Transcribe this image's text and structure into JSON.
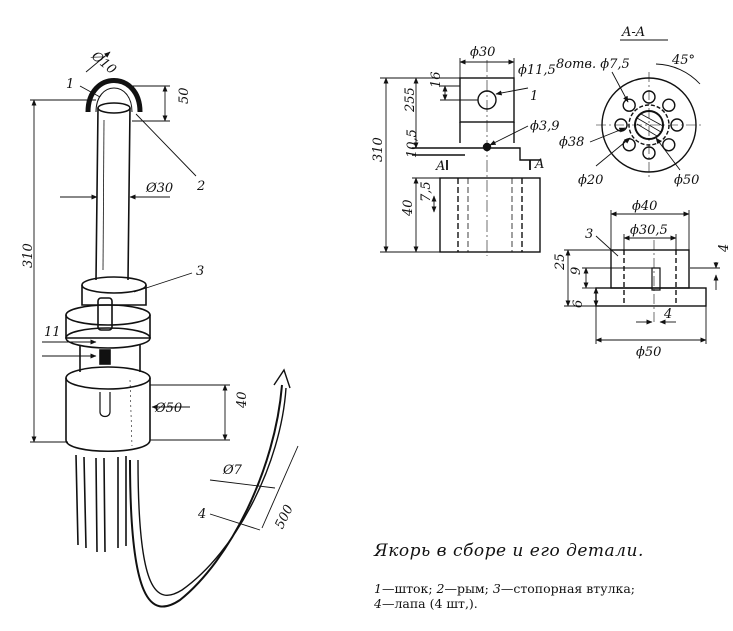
{
  "title": "Якорь в сборе и его детали.",
  "legend": [
    {
      "num": "1",
      "text": "шток;"
    },
    {
      "num": "2",
      "text": "рым;"
    },
    {
      "num": "3",
      "text": "стопорная втулка;"
    },
    {
      "num": "4",
      "text": "лапа (4 шт,)."
    }
  ],
  "assembly": {
    "callouts": [
      "1",
      "2",
      "3",
      "4"
    ],
    "dims": {
      "ring_dia": "Ø10",
      "ring_height": "50",
      "rod_dia": "Ø30",
      "total_height": "310",
      "gap": "11",
      "base_dia": "Ø50",
      "base_height": "40",
      "leg_dia": "Ø7",
      "leg_length": "500"
    }
  },
  "rod_detail": {
    "callout": "1",
    "section_arrow": "A",
    "dims": {
      "top_width": "ϕ30",
      "hole_dia": "ϕ11,5",
      "hole_offset": "16",
      "upper_height": "255",
      "pin_dia": "ϕ3,9",
      "total_height": "310",
      "step": "10,5",
      "lower_height": "40",
      "slot_depth": "7,5"
    }
  },
  "section_aa": {
    "label": "A-A",
    "holes_note": "8отв. ϕ7,5",
    "angle": "45°",
    "dims": {
      "bolt_circle": "ϕ38",
      "inner_circle": "ϕ20",
      "outer_dia": "ϕ50"
    }
  },
  "sleeve_detail": {
    "callout": "3",
    "dims": {
      "outer_top": "ϕ40",
      "inner": "ϕ30,5",
      "height_total": "25",
      "height_top": "9",
      "slot_width": "4",
      "flange": "6",
      "slot_4": "4",
      "base_dia": "ϕ50"
    }
  }
}
